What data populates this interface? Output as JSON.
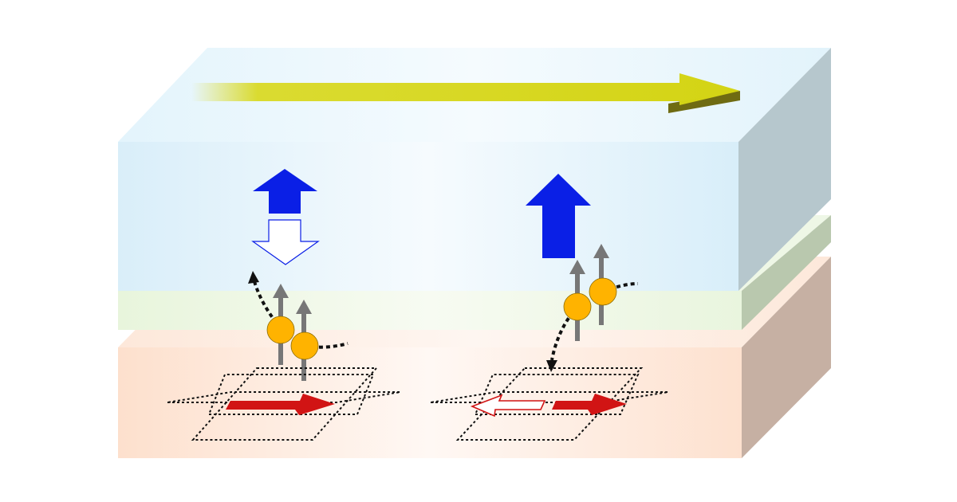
{
  "figure": {
    "layers": [
      {
        "name": "top-layer",
        "color": "#dff1fb"
      },
      {
        "name": "middle-layer",
        "color": "#eaf6df"
      },
      {
        "name": "bottom-layer",
        "color": "#fde3d3"
      }
    ],
    "colors": {
      "current_arrow": "#d8d81a",
      "current_arrow_shadow": "#6f6b12",
      "magnetization_arrow": "#0a1fe6",
      "spin_arrow": "#777777",
      "electron": "#ffb300",
      "lattice_arrow": "#d11414",
      "dashed_path": "#111111"
    },
    "icons": [
      "current-arrow-icon",
      "magnetization-up-icon",
      "magnetization-down-outline-icon",
      "spin-up-icon",
      "electron-icon",
      "lattice-dashed-icon",
      "phonon-right-icon",
      "phonon-left-outline-icon"
    ]
  }
}
